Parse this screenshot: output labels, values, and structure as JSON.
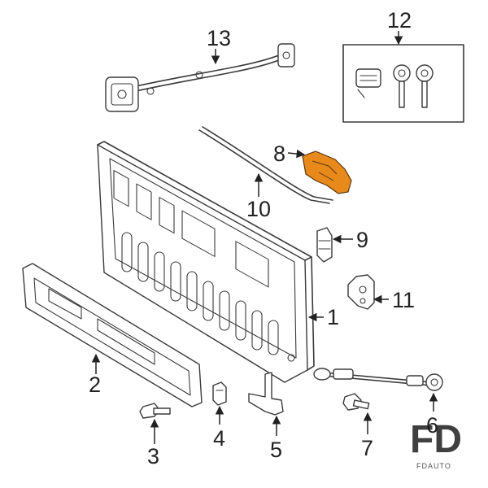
{
  "diagram": {
    "callouts": {
      "c1": "1",
      "c2": "2",
      "c3": "3",
      "c4": "4",
      "c5": "5",
      "c6": "6",
      "c7": "7",
      "c8": "8",
      "c9": "9",
      "c10": "10",
      "c11": "11",
      "c12": "12",
      "c13": "13"
    },
    "highlight_color": "#e8891c",
    "highlighted_part": "8"
  },
  "watermark": {
    "logo": "FD",
    "caption": "FDAUTO"
  }
}
